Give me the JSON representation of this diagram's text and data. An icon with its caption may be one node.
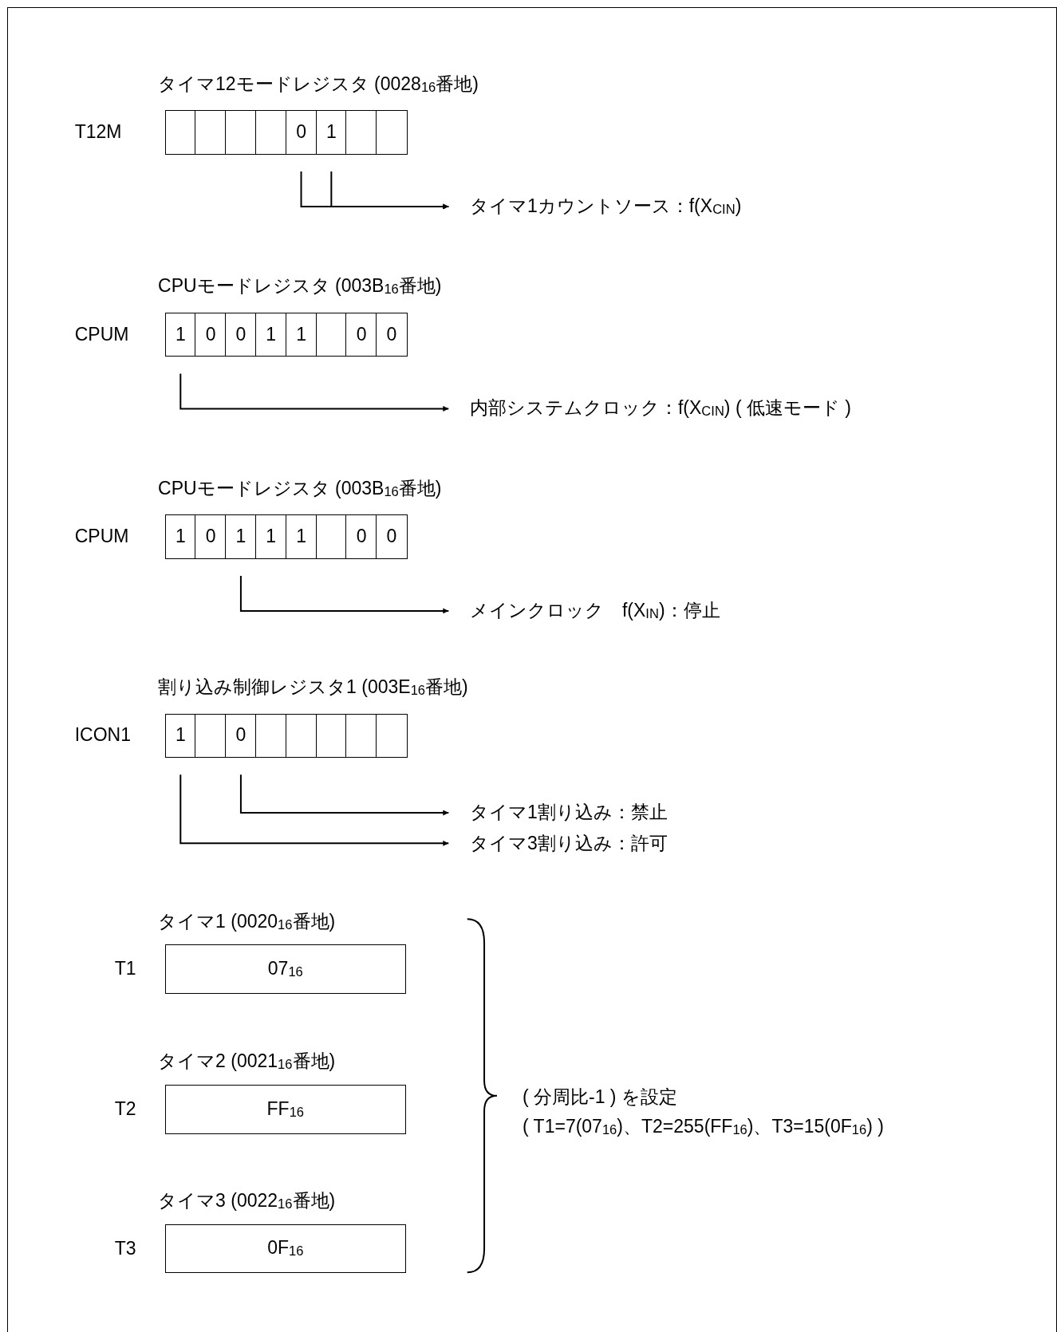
{
  "diagram": {
    "nodes": [
      {
        "text": [
          "タイマ12モードレジスタ (0028$_{16}$番地)"
        ],
        "beside": [
          "T12M"
        ]
      },
      {
        "text": [],
        "shape": "box",
        "in": 0
      },
      {
        "text": [],
        "shape": "box",
        "in": 0
      },
      {
        "text": [],
        "shape": "box",
        "in": 0
      },
      {
        "text": [],
        "shape": "box",
        "in": 0
      },
      {
        "text": [
          "0"
        ],
        "in": 0
      },
      {
        "text": [
          "1"
        ],
        "in": 0
      },
      {
        "text": [],
        "shape": "box",
        "in": 0
      },
      {
        "text": [],
        "shape": "box",
        "in": 0
      },
      {
        "text": [
          "タイマ1カウントソース：f(X$_{CIN}$)"
        ]
      },
      {
        "text": [
          "CPUモードレジスタ (003B$_{16}$番地)"
        ],
        "beside": [
          "CPUM"
        ]
      },
      {
        "text": [
          "1"
        ],
        "in": 10
      },
      {
        "text": [
          "0"
        ],
        "in": 10
      },
      {
        "text": [
          "0"
        ],
        "in": 10
      },
      {
        "text": [
          "1"
        ],
        "in": 10
      },
      {
        "text": [
          "1"
        ],
        "in": 10
      },
      {
        "text": [],
        "shape": "box",
        "in": 10
      },
      {
        "text": [
          "0"
        ],
        "in": 10
      },
      {
        "text": [
          "0"
        ],
        "in": 10
      },
      {
        "text": [
          "内部システムクロック：f(X$_{CIN}$) ( 低速モード )"
        ]
      },
      {
        "text": [
          "CPUモードレジスタ (003B$_{16}$番地)"
        ],
        "beside": [
          "CPUM"
        ]
      },
      {
        "text": [
          "1"
        ],
        "in": 20
      },
      {
        "text": [
          "0"
        ],
        "in": 20
      },
      {
        "text": [
          "1"
        ],
        "in": 20
      },
      {
        "text": [
          "1"
        ],
        "in": 20
      },
      {
        "text": [
          "1"
        ],
        "in": 20
      },
      {
        "text": [],
        "shape": "box",
        "in": 20
      },
      {
        "text": [
          "0"
        ],
        "in": 20
      },
      {
        "text": [
          "0"
        ],
        "in": 20
      },
      {
        "text": [
          "メインクロック　f(X$_{IN}$)：停止"
        ]
      },
      {
        "text": [
          "割り込み制御レジスタ1 (003E$_{16}$番地)"
        ],
        "beside": [
          "ICON1"
        ]
      },
      {
        "text": [
          "1"
        ],
        "in": 30
      },
      {
        "text": [],
        "shape": "box",
        "in": 30
      },
      {
        "text": [
          "0"
        ],
        "in": 30
      },
      {
        "text": [],
        "shape": "box",
        "in": 30
      },
      {
        "text": [],
        "shape": "box",
        "in": 30
      },
      {
        "text": [],
        "shape": "box",
        "in": 30
      },
      {
        "text": [],
        "shape": "box",
        "in": 30
      },
      {
        "text": [],
        "shape": "box",
        "in": 30
      },
      {
        "text": [
          "タイマ1割り込み：禁止"
        ]
      },
      {
        "text": [
          "タイマ3割り込み：許可"
        ]
      },
      {
        "text": [
          "タイマ1 (0020$_{16}$番地)",
          "07$_{16}$"
        ],
        "beside": [
          "T1"
        ]
      },
      {
        "text": [
          "タイマ2 (0021$_{16}$番地)",
          "FF$_{16}$"
        ],
        "beside": [
          "T2"
        ]
      },
      {
        "text": [
          "タイマ3 (0022$_{16}$番地)",
          "0F$_{16}$"
        ],
        "beside": [
          "T3"
        ]
      }
    ],
    "edges": [
      {
        "from": 5,
        "to": 9,
        "arrow": "to"
      },
      {
        "from": 6,
        "to": 9,
        "arrow": "to"
      },
      {
        "from": 11,
        "to": 19,
        "arrow": "to"
      },
      {
        "from": 23,
        "to": 29,
        "arrow": "to"
      },
      {
        "from": 33,
        "to": 39,
        "arrow": "to"
      },
      {
        "from": 31,
        "to": 40,
        "arrow": "to"
      }
    ],
    "labels": [
      "( 分周比-1 ) を設定",
      "( T1=7(07$_{16}$)、T2=255(FF$_{16}$)、T3=15(0F$_{16}$) )"
    ]
  }
}
